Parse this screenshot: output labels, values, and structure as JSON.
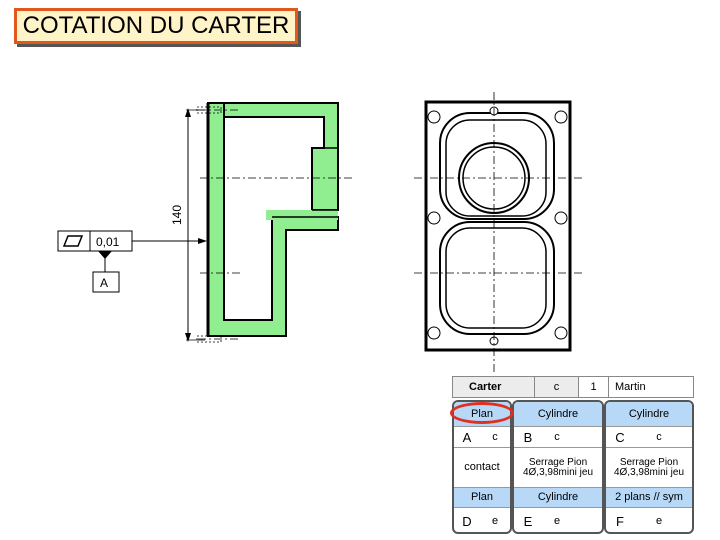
{
  "title": "COTATION DU CARTER",
  "drawing": {
    "dimension_value": "140",
    "tolerance_value": "0,01",
    "datum_label": "A",
    "colors": {
      "fill": "#90ee90",
      "outline": "#000000",
      "highlight": "#e03020",
      "title_border": "#e0581b",
      "title_bg": "#fff3c8"
    }
  },
  "table": {
    "header": [
      "Carter",
      "c",
      "1",
      "Martin"
    ],
    "columns": [
      {
        "feature": "Plan",
        "letter": "A",
        "code": "c",
        "mid": "contact",
        "bottom": "Plan",
        "bottom_letter": "D",
        "bottom_code": "e"
      },
      {
        "feature": "Cylindre",
        "letter": "B",
        "code": "c",
        "mid": "Serrage Pion 4Ø,3,98mini jeu",
        "bottom": "Cylindre",
        "bottom_letter": "E",
        "bottom_code": "e"
      },
      {
        "feature": "Cylindre",
        "letter": "C",
        "code": "c",
        "mid": "Serrage Pion 4Ø,3,98mini jeu",
        "bottom": "2 plans // sym",
        "bottom_letter": "F",
        "bottom_code": "e"
      }
    ]
  }
}
